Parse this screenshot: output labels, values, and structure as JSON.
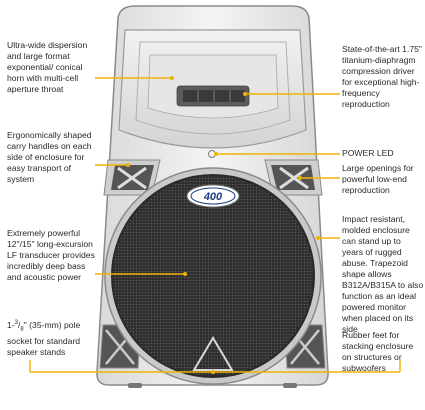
{
  "callouts_left": [
    {
      "id": "horn",
      "text": "Ultra-wide dispersion and large format exponential/ conical horn with multi-cell aperture throat"
    },
    {
      "id": "handles",
      "text": "Ergonomically shaped carry handles on each side of enclosure for easy transport of system"
    },
    {
      "id": "transducer",
      "text": "Extremely powerful 12\"/15\" long-excursion LF transducer provides incredibly deep bass and acoustic power"
    },
    {
      "id": "pole_socket",
      "text": "1-3/8\" (35-mm) pole socket for standard speaker stands"
    }
  ],
  "callouts_right": [
    {
      "id": "driver",
      "text": "State-of-the-art 1.75\" titanium-diaphragm compression driver for exceptional high-frequency reproduction"
    },
    {
      "id": "power_led",
      "text": "POWER LED"
    },
    {
      "id": "openings",
      "text": "Large openings for powerful low-end reproduction"
    },
    {
      "id": "enclosure",
      "text": "Impact resistant, molded enclosure can stand up to years of rugged abuse. Trapezoid shape allows B312A/B315A to also function as an ideal powered monitor when placed on its side"
    },
    {
      "id": "feet",
      "text": "Rubber feet for stacking enclosure on structures or subwoofers"
    }
  ],
  "badge": {
    "text": "400"
  },
  "colors": {
    "leader": "#f0b400",
    "body": "#ececec",
    "outline": "#888888",
    "grille": "#3a3a3a"
  }
}
